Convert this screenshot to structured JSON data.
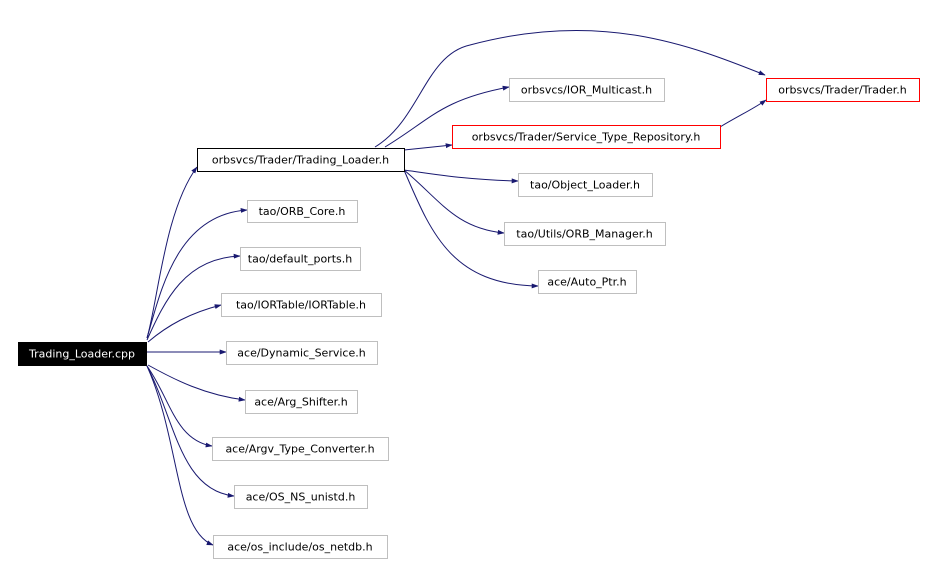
{
  "colors": {
    "edge": "#191970",
    "node_border_default": "#bfbfbf",
    "node_border_focus": "#000000",
    "node_border_highlight": "#ff0000",
    "node_fill_focus": "#000000",
    "node_fill_default": "#ffffff",
    "text_focus": "#ffffff",
    "text_default": "#000000"
  },
  "nodes": {
    "root": {
      "label": "Trading_Loader.cpp",
      "style": "focus"
    },
    "loader_h": {
      "label": "orbsvcs/Trader/Trading_Loader.h",
      "style": "plain"
    },
    "orb_core": {
      "label": "tao/ORB_Core.h",
      "style": "default"
    },
    "default_ports": {
      "label": "tao/default_ports.h",
      "style": "default"
    },
    "iortable": {
      "label": "tao/IORTable/IORTable.h",
      "style": "default"
    },
    "dynamic_service": {
      "label": "ace/Dynamic_Service.h",
      "style": "default"
    },
    "arg_shifter": {
      "label": "ace/Arg_Shifter.h",
      "style": "default"
    },
    "argv_converter": {
      "label": "ace/Argv_Type_Converter.h",
      "style": "default"
    },
    "os_ns_unistd": {
      "label": "ace/OS_NS_unistd.h",
      "style": "default"
    },
    "os_netdb": {
      "label": "ace/os_include/os_netdb.h",
      "style": "default"
    },
    "ior_multicast": {
      "label": "orbsvcs/IOR_Multicast.h",
      "style": "default"
    },
    "service_type_repo": {
      "label": "orbsvcs/Trader/Service_Type_Repository.h",
      "style": "highlight"
    },
    "object_loader": {
      "label": "tao/Object_Loader.h",
      "style": "default"
    },
    "orb_manager": {
      "label": "tao/Utils/ORB_Manager.h",
      "style": "default"
    },
    "auto_ptr": {
      "label": "ace/Auto_Ptr.h",
      "style": "default"
    },
    "trader_h": {
      "label": "orbsvcs/Trader/Trader.h",
      "style": "highlight"
    }
  },
  "edges": [
    {
      "from": "root",
      "to": "loader_h"
    },
    {
      "from": "root",
      "to": "orb_core"
    },
    {
      "from": "root",
      "to": "default_ports"
    },
    {
      "from": "root",
      "to": "iortable"
    },
    {
      "from": "root",
      "to": "dynamic_service"
    },
    {
      "from": "root",
      "to": "arg_shifter"
    },
    {
      "from": "root",
      "to": "argv_converter"
    },
    {
      "from": "root",
      "to": "os_ns_unistd"
    },
    {
      "from": "root",
      "to": "os_netdb"
    },
    {
      "from": "loader_h",
      "to": "trader_h"
    },
    {
      "from": "loader_h",
      "to": "ior_multicast"
    },
    {
      "from": "loader_h",
      "to": "service_type_repo"
    },
    {
      "from": "loader_h",
      "to": "object_loader"
    },
    {
      "from": "loader_h",
      "to": "orb_manager"
    },
    {
      "from": "loader_h",
      "to": "auto_ptr"
    },
    {
      "from": "service_type_repo",
      "to": "trader_h"
    }
  ]
}
